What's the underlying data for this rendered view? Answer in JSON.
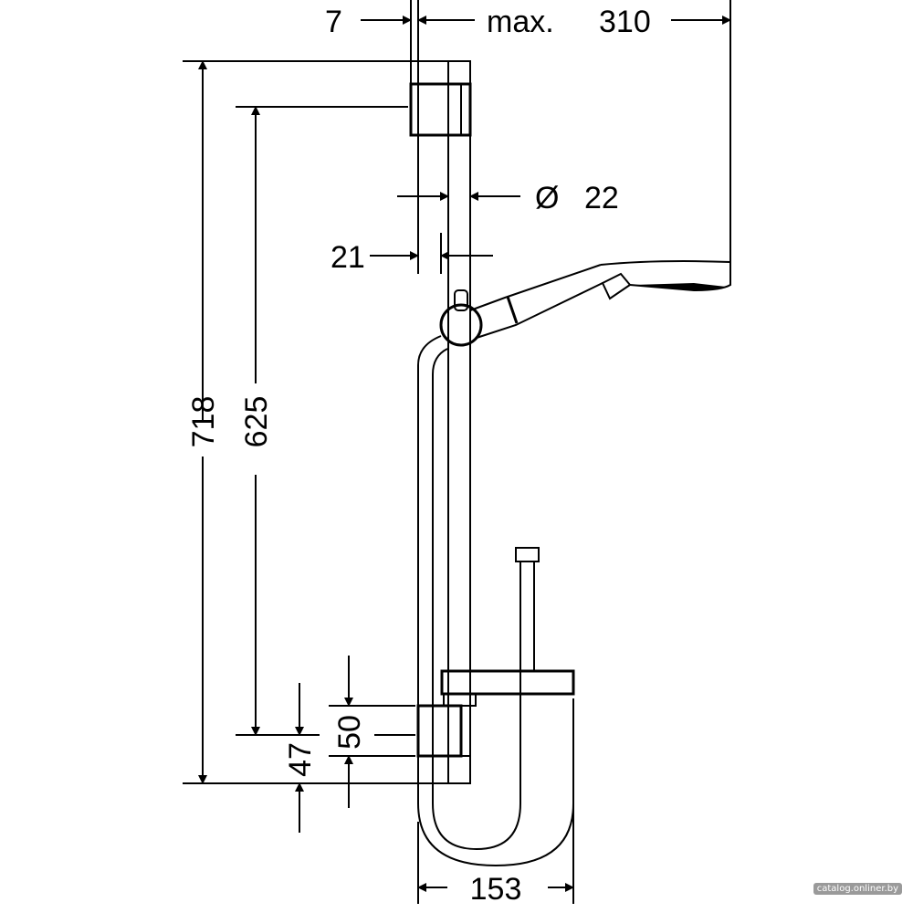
{
  "drawing": {
    "dimensions": {
      "offset_top": "7",
      "max_label": "max.",
      "projection": "310",
      "rail_diameter_symbol": "Ø",
      "rail_diameter": "22",
      "wall_gap": "21",
      "total_height": "718",
      "bracket_spacing": "625",
      "bracket_height": "50",
      "bottom_offset": "47",
      "dish_width": "153"
    },
    "watermark": "catalog.onliner.by"
  }
}
